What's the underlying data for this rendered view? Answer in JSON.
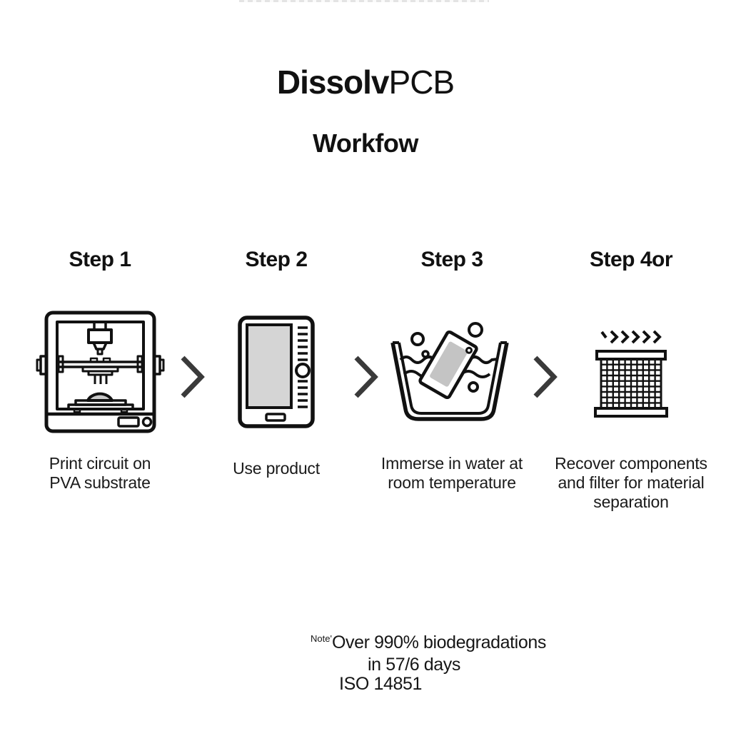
{
  "header": {
    "title_bold": "Dissolv",
    "title_light": "PCB",
    "subtitle": "Workfow"
  },
  "steps": [
    {
      "label": "Step 1",
      "caption": "Print circuit on\nPVA substrate",
      "icon": "3d-printer"
    },
    {
      "label": "Step 2",
      "caption": "Use product",
      "icon": "tablet-device"
    },
    {
      "label": "Step 3",
      "caption": "Immerse in water at\nroom temperature",
      "icon": "water-basin-pcb"
    },
    {
      "label": "Step 4or",
      "caption": "Recover components\nand filter for material\nseparation",
      "icon": "filter-mesh"
    }
  ],
  "note": {
    "prefix": "Note'",
    "line1": "Over 990% biodegradations",
    "line2": "in 57/6 days",
    "line3": "ISO 14851"
  },
  "colors": {
    "ink": "#111111",
    "screen_gray": "#d5d5d5",
    "pcb_gray": "#c4c4c4",
    "dome_gray": "#c9c9c9",
    "arrow": "#3a3a3a",
    "background": "#ffffff"
  }
}
